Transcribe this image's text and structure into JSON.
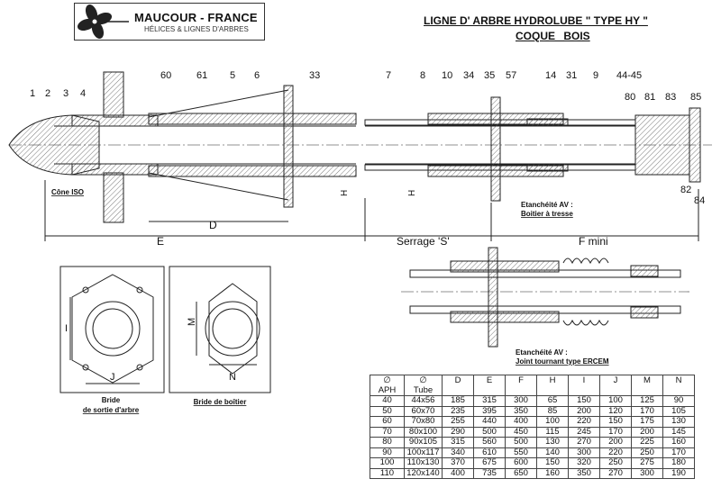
{
  "logo": {
    "brand": "MAUCOUR - FRANCE",
    "tagline": "HÉLICES & LIGNES D'ARBRES"
  },
  "title": "LIGNE D' ARBRE HYDROLUBE \" TYPE HY \"",
  "subtitle": "COQUE BOIS",
  "part_labels": [
    "1",
    "2",
    "3",
    "4",
    "60",
    "61",
    "5",
    "6",
    "33",
    "7",
    "8",
    "10",
    "34",
    "35",
    "57",
    "14",
    "31",
    "9",
    "44-45",
    "80",
    "81",
    "83",
    "85",
    "82",
    "84"
  ],
  "annotations": {
    "cone": "Cône ISO",
    "d": "D",
    "e": "E",
    "serrage": "Serrage 'S'",
    "f_mini": "F mini",
    "h1": "H",
    "h2": "H",
    "seal1_line1": "Etanchéité AV :",
    "seal1_line2": "Boitier à tresse",
    "seal2_line1": "Etanchéité AV :",
    "seal2_line2": "Joint tournant type ERCEM",
    "flange1_i": "I",
    "flange1_j": "J",
    "flange1_line1": "Bride",
    "flange1_line2": "de sortie d'arbre",
    "flange2_m": "M",
    "flange2_n": "N",
    "flange2_label": "Bride de boîtier"
  },
  "table": {
    "headers": [
      [
        "∅",
        "APH"
      ],
      [
        "∅",
        "Tube"
      ],
      [
        "D",
        ""
      ],
      [
        "E",
        ""
      ],
      [
        "F",
        ""
      ],
      [
        "H",
        ""
      ],
      [
        "I",
        ""
      ],
      [
        "J",
        ""
      ],
      [
        "M",
        ""
      ],
      [
        "N",
        ""
      ]
    ],
    "rows": [
      [
        "40",
        "44x56",
        "185",
        "315",
        "300",
        "65",
        "150",
        "100",
        "125",
        "90"
      ],
      [
        "50",
        "60x70",
        "235",
        "395",
        "350",
        "85",
        "200",
        "120",
        "170",
        "105"
      ],
      [
        "60",
        "70x80",
        "255",
        "440",
        "400",
        "100",
        "220",
        "150",
        "175",
        "130"
      ],
      [
        "70",
        "80x100",
        "290",
        "500",
        "450",
        "115",
        "245",
        "170",
        "200",
        "145"
      ],
      [
        "80",
        "90x105",
        "315",
        "560",
        "500",
        "130",
        "270",
        "200",
        "225",
        "160"
      ],
      [
        "90",
        "100x117",
        "340",
        "610",
        "550",
        "140",
        "300",
        "220",
        "250",
        "170"
      ],
      [
        "100",
        "110x130",
        "370",
        "675",
        "600",
        "150",
        "320",
        "250",
        "275",
        "180"
      ],
      [
        "110",
        "120x140",
        "400",
        "735",
        "650",
        "160",
        "350",
        "270",
        "300",
        "190"
      ]
    ]
  }
}
